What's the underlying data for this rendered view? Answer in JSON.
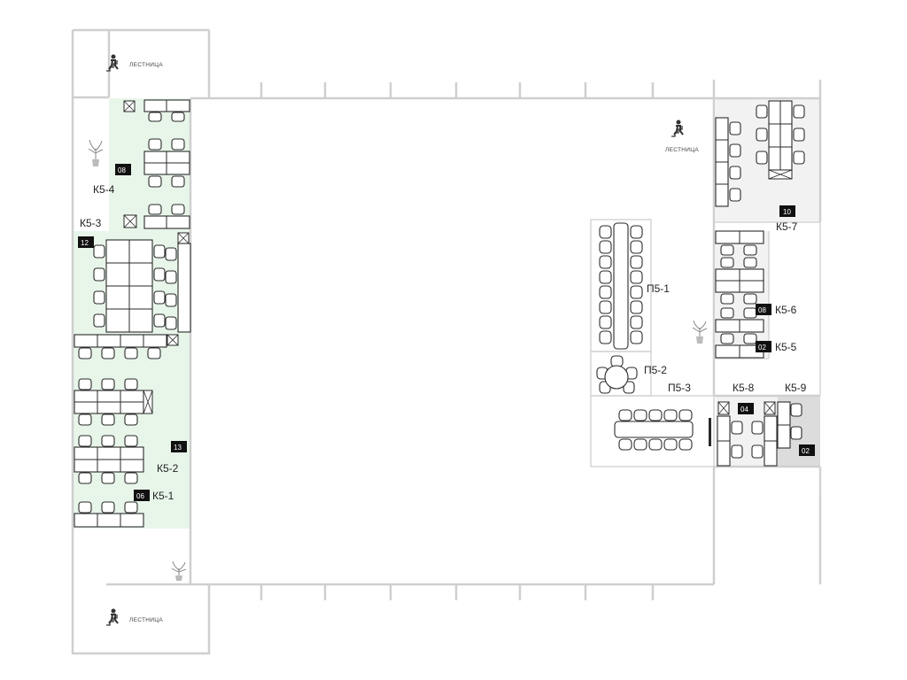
{
  "colors": {
    "green_zone": "#e8f6ea",
    "grey_zone": "#f2f2f2",
    "dark_zone": "#dcdcdc",
    "badge_bg": "#111111",
    "wall": "#cfcfcf"
  },
  "stairs": {
    "label": "ЛЕСТНИЦА",
    "icon": "stairs-icon"
  },
  "rooms": {
    "k5_4": "К5-4",
    "k5_3": "К5-3",
    "k5_2": "К5-2",
    "k5_1": "К5-1",
    "k5_7": "К5-7",
    "k5_6": "К5-6",
    "k5_5": "К5-5",
    "k5_8": "К5-8",
    "k5_9": "К5-9",
    "p5_1": "П5-1",
    "p5_2": "П5-2",
    "p5_3": "П5-3"
  },
  "badges": {
    "k5_4": "08",
    "k5_3": "12",
    "k5_2": "13",
    "k5_1": "06",
    "k5_7": "10",
    "k5_6": "08",
    "k5_5": "02",
    "k5_8": "04",
    "k5_9": "02"
  },
  "icons": {
    "plant": "plant-icon",
    "stairs": "stairs-icon"
  }
}
